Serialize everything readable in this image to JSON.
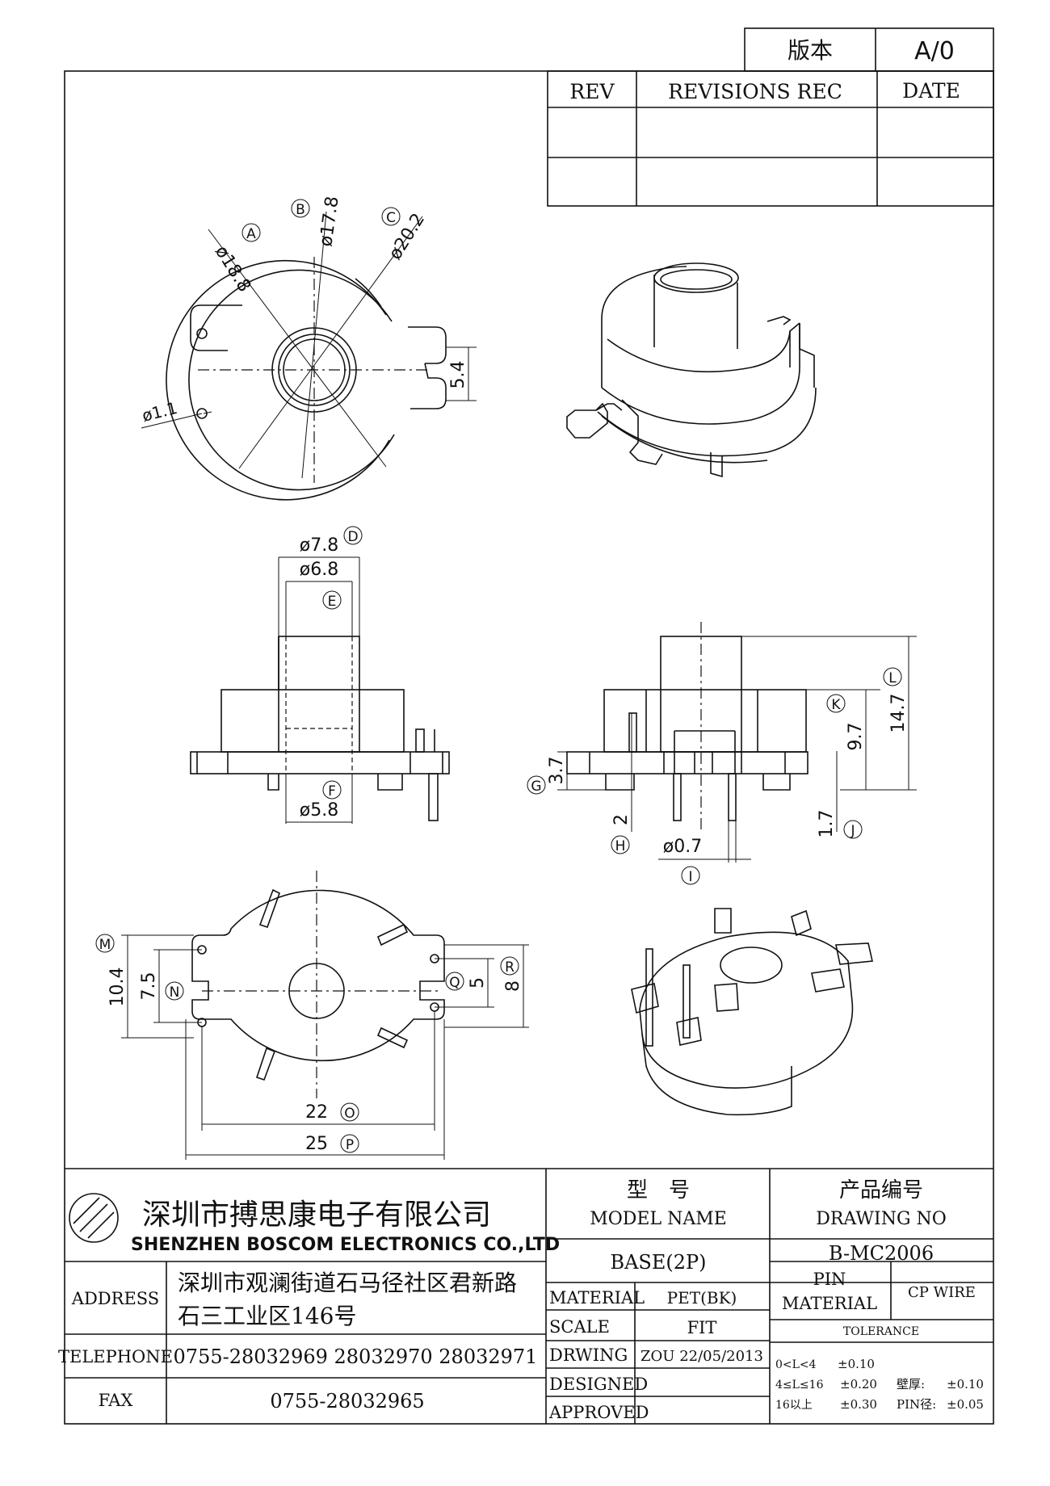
{
  "revision_header": {
    "version_label": "版本",
    "version_value": "A/0"
  },
  "revision_table": {
    "columns": [
      "REV",
      "REVISIONS REC",
      "DATE"
    ]
  },
  "top_view_labels": {
    "a_dia": "ø18.8",
    "a_tag": "A",
    "b_dia": "ø17.8",
    "b_tag": "B",
    "c_dia": "ø20.2",
    "c_tag": "C",
    "hole_dia": "ø1.1",
    "slot_dim": "5.4"
  },
  "front_view_labels": {
    "d_dia": "ø7.8",
    "d_tag": "D",
    "inner_dia": "ø6.8",
    "e_tag": "E",
    "f_tag": "F",
    "f_dia": "ø5.8"
  },
  "side_view_labels": {
    "l_tag": "L",
    "l_dim": "14.7",
    "k_tag": "K",
    "k_dim": "9.7",
    "g_tag": "G",
    "g_dim": "3.7",
    "h_tag": "H",
    "h_dim": "2",
    "j_tag": "J",
    "j_dim": "1.7",
    "i_tag": "I",
    "i_dia": "ø0.7"
  },
  "bottom_view_labels": {
    "m_tag": "M",
    "m_dim": "10.4",
    "n_tag": "N",
    "n_dim": "7.5",
    "q_tag": "Q",
    "q_dim": "5",
    "r_tag": "R",
    "r_dim": "8",
    "o_dim": "22",
    "o_tag": "O",
    "p_dim": "25",
    "p_tag": "P"
  },
  "company": {
    "name_cn": "深圳市搏思康电子有限公司",
    "name_en": "SHENZHEN BOSCOM ELECTRONICS CO.,LTD",
    "address_label": "ADDRESS",
    "address_line1": "深圳市观澜街道石马径社区君新路",
    "address_line2": "石三工业区146号",
    "telephone_label": "TELEPHONE",
    "telephone_value": "0755-28032969 28032970 28032971",
    "fax_label": "FAX",
    "fax_value": "0755-28032965"
  },
  "model": {
    "label_cn": "型　号",
    "label_en": "MODEL NAME",
    "value": "BASE(2P)"
  },
  "drawing": {
    "label_cn": "产品编号",
    "label_en": "DRAWING NO",
    "value": "B-MC2006"
  },
  "specs": {
    "material_label": "MATERIAL",
    "material_value": "PET(BK)",
    "scale_label": "SCALE",
    "scale_value": "FIT",
    "drwing_label": "DRWING",
    "drwing_value": "ZOU 22/05/2013",
    "designed_label": "DESIGNED",
    "approved_label": "APPROVED"
  },
  "pin": {
    "label_line1": "PIN",
    "label_line2": "MATERIAL",
    "value": "CP WIRE"
  },
  "tolerance": {
    "title": "TOLERANCE",
    "row1_range": "0<L<4",
    "row1_value": "±0.10",
    "row2_range": "4≤L≤16",
    "row2_value": "±0.20",
    "row2_wall_label": "壁厚:",
    "row2_wall_value": "±0.10",
    "row3_range": "16以上",
    "row3_value": "±0.30",
    "row3_pin_label": "PIN径:",
    "row3_pin_value": "±0.05"
  }
}
